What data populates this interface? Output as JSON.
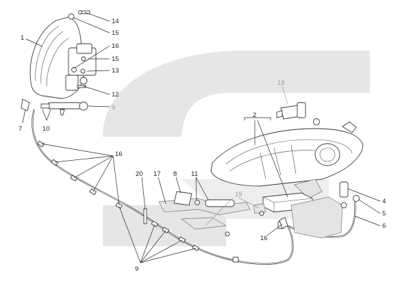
{
  "callouts": [
    {
      "id": "c1",
      "text": "1"
    },
    {
      "id": "c14",
      "text": "14"
    },
    {
      "id": "c15a",
      "text": "15"
    },
    {
      "id": "c16a",
      "text": "16"
    },
    {
      "id": "c15b",
      "text": "15"
    },
    {
      "id": "c13",
      "text": "13"
    },
    {
      "id": "c12",
      "text": "12"
    },
    {
      "id": "c9a",
      "text": "9"
    },
    {
      "id": "c7",
      "text": "7"
    },
    {
      "id": "c10",
      "text": "10"
    },
    {
      "id": "c16b",
      "text": "16"
    },
    {
      "id": "c18",
      "text": "18"
    },
    {
      "id": "c2",
      "text": "2"
    },
    {
      "id": "c20",
      "text": "20"
    },
    {
      "id": "c17",
      "text": "17"
    },
    {
      "id": "c8",
      "text": "8"
    },
    {
      "id": "c11",
      "text": "11"
    },
    {
      "id": "c19",
      "text": "19"
    },
    {
      "id": "c4",
      "text": "4"
    },
    {
      "id": "c5",
      "text": "5"
    },
    {
      "id": "c6",
      "text": "6"
    },
    {
      "id": "c16c",
      "text": "16"
    },
    {
      "id": "c9b",
      "text": "9"
    }
  ],
  "colors": {
    "line": "#222222",
    "watermark": "#e6e6e6",
    "grey_label": "#999999"
  }
}
